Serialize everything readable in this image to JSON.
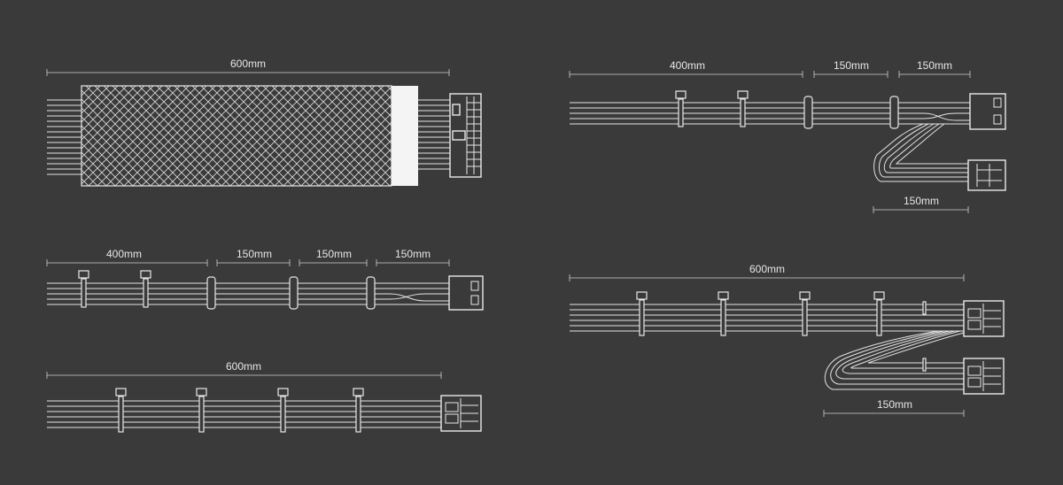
{
  "cables": {
    "atx24": {
      "length": "600mm"
    },
    "sata_top": {
      "seg1": "400mm",
      "seg2": "150mm",
      "seg3": "150mm",
      "branch": "150mm"
    },
    "sata_mid": {
      "seg1": "400mm",
      "seg2": "150mm",
      "seg3": "150mm",
      "seg4": "150mm"
    },
    "pcie_bottom": {
      "length": "600mm"
    },
    "pcie_dual": {
      "length": "600mm",
      "branch": "150mm"
    }
  }
}
